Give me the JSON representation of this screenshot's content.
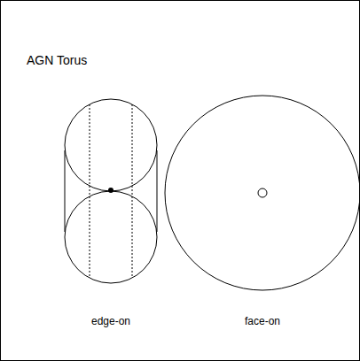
{
  "diagram": {
    "title": "AGN Torus",
    "labels": [
      "edge-on",
      "face-on"
    ]
  }
}
